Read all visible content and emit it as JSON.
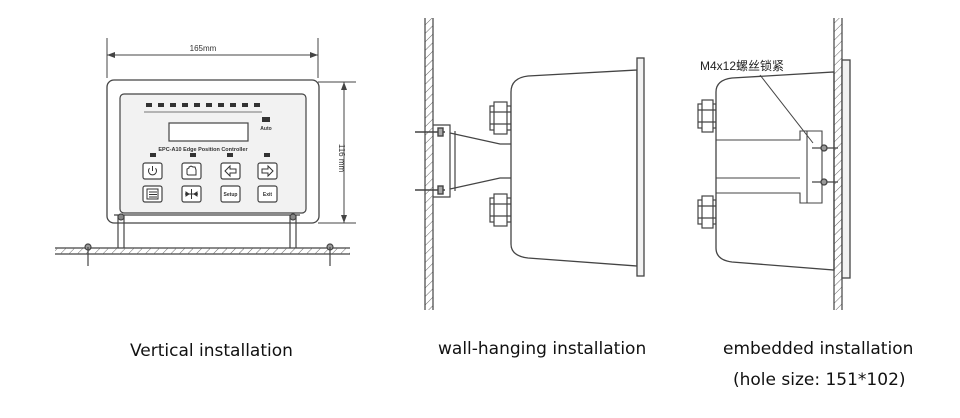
{
  "figure": {
    "vertical": {
      "caption": "Vertical installation",
      "width_dim": "165mm",
      "height_dim": "116 mm",
      "panel_text": "EPC-A10  Edge Position Controller",
      "auto_label": "Auto",
      "buttons": [
        {
          "icon": "power-icon"
        },
        {
          "icon": "hand-icon"
        },
        {
          "icon": "arrow-left-icon"
        },
        {
          "icon": "arrow-right-icon"
        },
        {
          "icon": "menu-icon"
        },
        {
          "icon": "center-icon"
        },
        {
          "label": "Setup"
        },
        {
          "label": "Exit"
        }
      ]
    },
    "wall": {
      "caption": "wall-hanging installation"
    },
    "embedded": {
      "caption": "embedded installation",
      "hole_note": "(hole size: 151*102)",
      "screw_note": "M4x12螺丝锁紧"
    }
  }
}
